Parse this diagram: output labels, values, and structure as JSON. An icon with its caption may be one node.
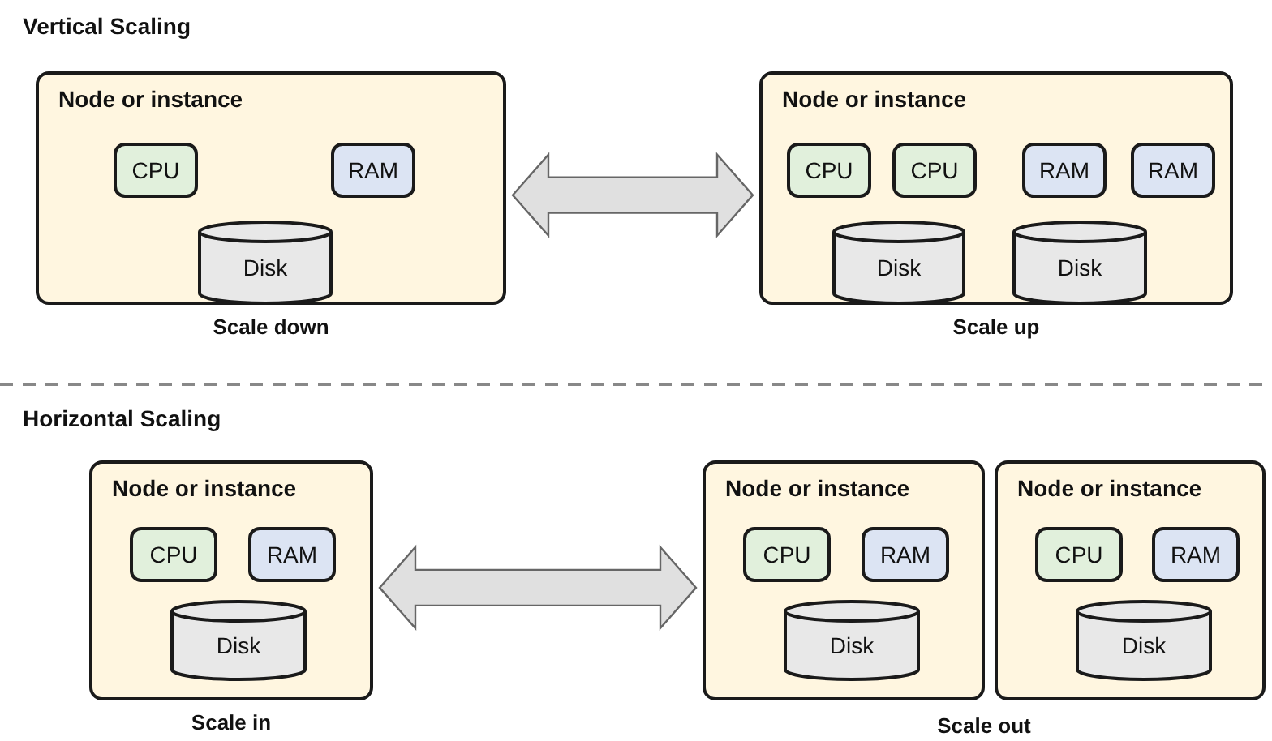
{
  "diagram": {
    "nodes": [
      {
        "text": [
          "Node or instance"
        ],
        "beside": [
          "Scale down"
        ]
      },
      {
        "text": [
          "CPU"
        ],
        "in": 0
      },
      {
        "text": [
          "RAM"
        ],
        "in": 0
      },
      {
        "text": [
          "Disk"
        ],
        "in": 0
      },
      {
        "text": [
          "Node or instance"
        ],
        "beside": [
          "Scale up"
        ]
      },
      {
        "text": [
          "CPU"
        ],
        "in": 4
      },
      {
        "text": [
          "CPU"
        ],
        "in": 4
      },
      {
        "text": [
          "RAM"
        ],
        "in": 4
      },
      {
        "text": [
          "RAM"
        ],
        "in": 4
      },
      {
        "text": [
          "Disk"
        ],
        "in": 4
      },
      {
        "text": [
          "Disk"
        ],
        "in": 4
      },
      {
        "text": [
          "Node or instance"
        ],
        "beside": [
          "Scale in"
        ]
      },
      {
        "text": [
          "CPU"
        ],
        "in": 11
      },
      {
        "text": [
          "RAM"
        ],
        "in": 11
      },
      {
        "text": [
          "Disk"
        ],
        "in": 11
      },
      {
        "text": [
          "Node or instance"
        ]
      },
      {
        "text": [
          "CPU"
        ],
        "in": 15
      },
      {
        "text": [
          "RAM"
        ],
        "in": 15
      },
      {
        "text": [
          "Disk"
        ],
        "in": 15
      },
      {
        "text": [
          "Node or instance"
        ]
      },
      {
        "text": [
          "CPU"
        ],
        "in": 19
      },
      {
        "text": [
          "RAM"
        ],
        "in": 19
      },
      {
        "text": [
          "Disk"
        ],
        "in": 19
      }
    ],
    "edges": [
      {
        "from": 0,
        "to": 4,
        "arrow": "both",
        "style": "thick"
      },
      {
        "from": 11,
        "to": 15,
        "arrow": "both",
        "style": "thick"
      }
    ],
    "labels": [
      "Vertical Scaling",
      "Horizontal Scaling",
      "Scale out"
    ]
  }
}
